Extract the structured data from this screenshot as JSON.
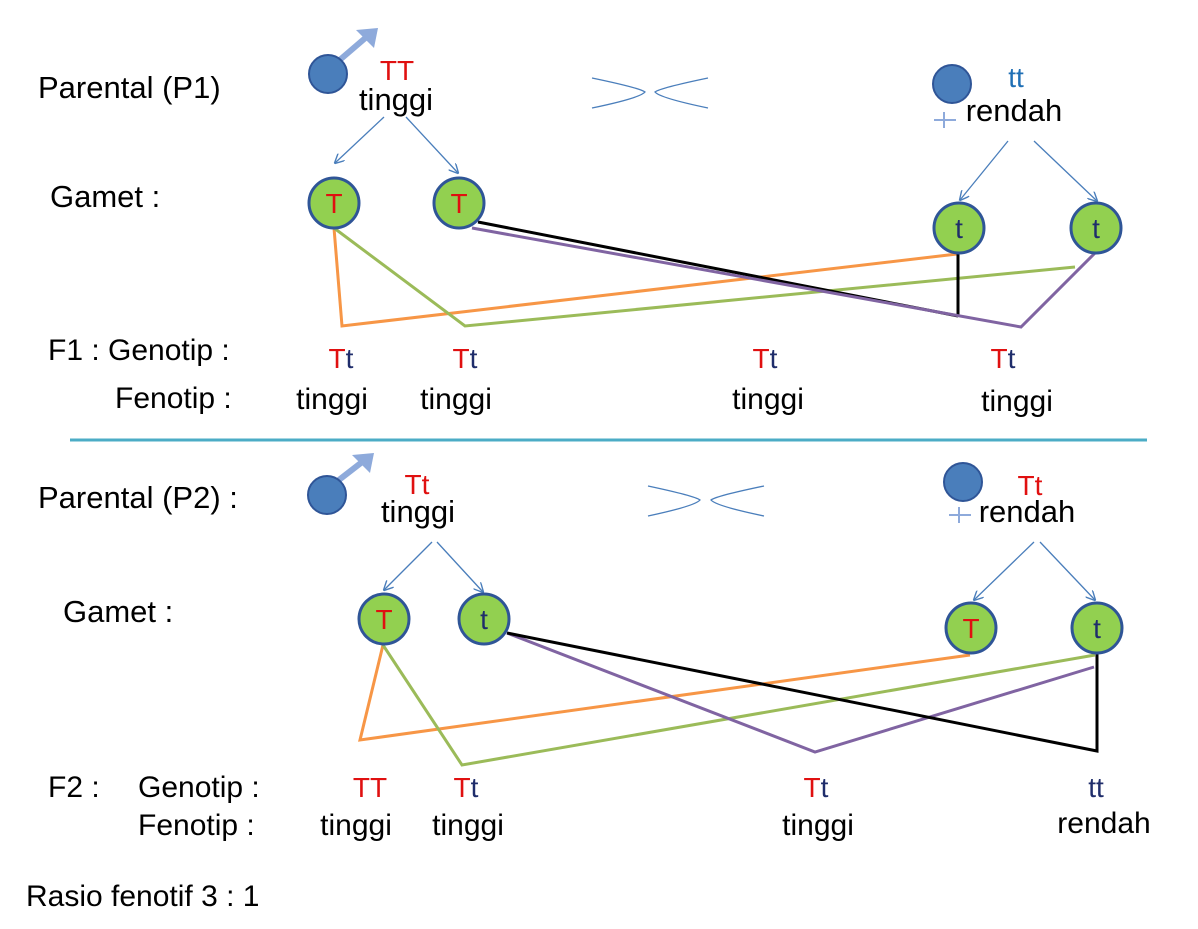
{
  "colors": {
    "dominant": "#e01010",
    "recessive": "#1f2d6b",
    "recessive_parent": "#1f6fb5",
    "gamete_fill": "#92d050",
    "gamete_stroke": "#2f5597",
    "parent_circle": "#4a7ebb",
    "symbol": "#8eaadb",
    "arrow": "#4a7ebb",
    "orange": "#f79646",
    "green": "#9bbb59",
    "purple": "#8064a2",
    "black": "#000000",
    "divider": "#4bacc6"
  },
  "p1": {
    "label": "Parental (P1)",
    "male": {
      "genotype": "TT",
      "phenotype": "tinggi"
    },
    "female": {
      "genotype": "tt",
      "phenotype": "rendah"
    },
    "gamete_label": "Gamet :",
    "gametes": [
      "T",
      "T",
      "t",
      "t"
    ],
    "genotype_label": "F1 : Genotip :",
    "phenotype_label": "Fenotip  :",
    "offspring": [
      {
        "alleles": [
          "T",
          "t"
        ],
        "phenotype": "tinggi"
      },
      {
        "alleles": [
          "T",
          "t"
        ],
        "phenotype": "tinggi"
      },
      {
        "alleles": [
          "T",
          "t"
        ],
        "phenotype": "tinggi"
      },
      {
        "alleles": [
          "T",
          "t"
        ],
        "phenotype": "tinggi"
      }
    ]
  },
  "p2": {
    "label": "Parental (P2) :",
    "male": {
      "genotype": "Tt",
      "phenotype": "tinggi"
    },
    "female": {
      "genotype": "Tt",
      "phenotype": "rendah"
    },
    "gamete_label": "Gamet :",
    "gametes": [
      "T",
      "t",
      "T",
      "t"
    ],
    "gen_label_prefix": "F2 :",
    "genotype_label": "Genotip :",
    "phenotype_label": "Fenotip  :",
    "offspring": [
      {
        "alleles": [
          "T",
          "T"
        ],
        "phenotype": "tinggi"
      },
      {
        "alleles": [
          "T",
          "t"
        ],
        "phenotype": "tinggi"
      },
      {
        "alleles": [
          "T",
          "t"
        ],
        "phenotype": "tinggi"
      },
      {
        "alleles": [
          "t",
          "t"
        ],
        "phenotype": "rendah"
      }
    ]
  },
  "ratio": "Rasio fenotif  3 : 1"
}
